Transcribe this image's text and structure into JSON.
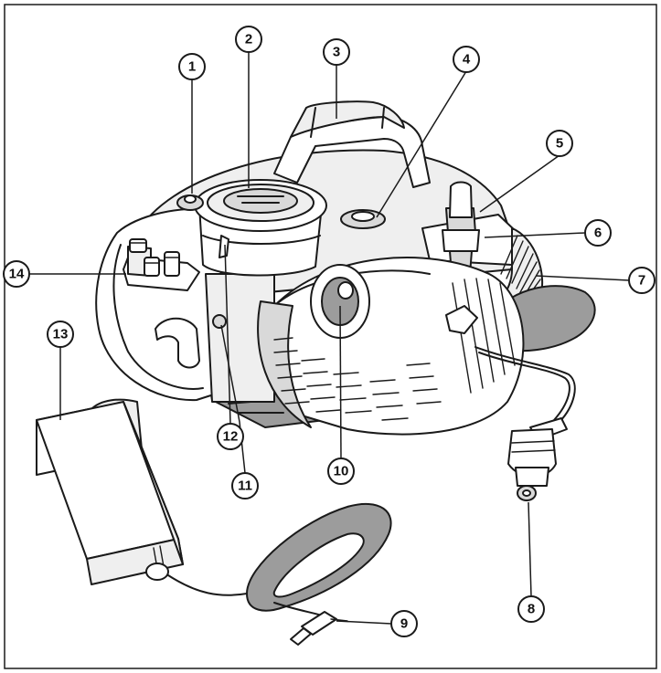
{
  "diagram": {
    "callouts": [
      {
        "id": "1",
        "label": "1"
      },
      {
        "id": "2",
        "label": "2"
      },
      {
        "id": "3",
        "label": "3"
      },
      {
        "id": "4",
        "label": "4"
      },
      {
        "id": "5",
        "label": "5"
      },
      {
        "id": "6",
        "label": "6"
      },
      {
        "id": "7",
        "label": "7"
      },
      {
        "id": "8",
        "label": "8"
      },
      {
        "id": "9",
        "label": "9"
      },
      {
        "id": "10",
        "label": "10"
      },
      {
        "id": "11",
        "label": "11"
      },
      {
        "id": "12",
        "label": "12"
      },
      {
        "id": "13",
        "label": "13"
      },
      {
        "id": "14",
        "label": "14"
      }
    ]
  },
  "colors": {
    "line": "#1a1a1a",
    "light_fill": "#efefef",
    "mid_fill": "#d9d9d9",
    "dark_fill": "#9c9c9c",
    "background": "#ffffff"
  }
}
